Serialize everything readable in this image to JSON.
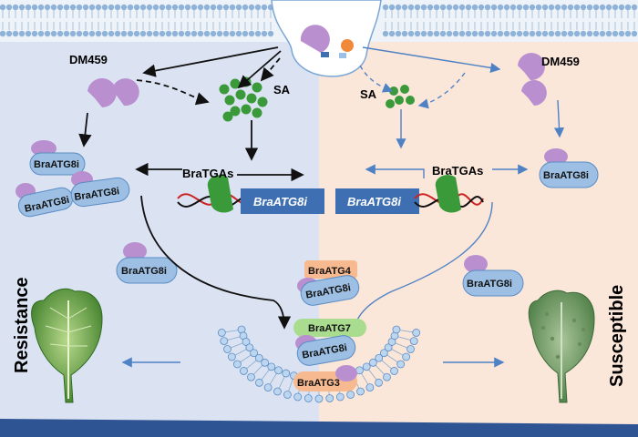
{
  "labels": {
    "dm459_left": "DM459",
    "dm459_right": "DM459",
    "sa_left": "SA",
    "sa_right": "SA",
    "bratgas_left": "BraTGAs",
    "bratgas_right": "BraTGAs",
    "gene_left": "BraATG8i",
    "gene_right": "BraATG8i",
    "resistance": "Resistance",
    "susceptible": "Susceptible"
  },
  "proteins": {
    "atg8i": "BraATG8i",
    "atg4": "BraATG4",
    "atg7": "BraATG7",
    "atg3": "BraATG3"
  },
  "colors": {
    "left_bg": "#dbe3f3",
    "right_bg": "#fbe6da",
    "membrane_head": "#8fb2d8",
    "pill_fill": "#9cbfe3",
    "pill_stroke": "#5b8cc4",
    "purple": "#b98fcf",
    "green": "#3a9a3a",
    "gene_box": "#3f6fb3",
    "arrow_dark": "#111111",
    "arrow_blue": "#4f82c4",
    "footer": "#2f5493"
  }
}
